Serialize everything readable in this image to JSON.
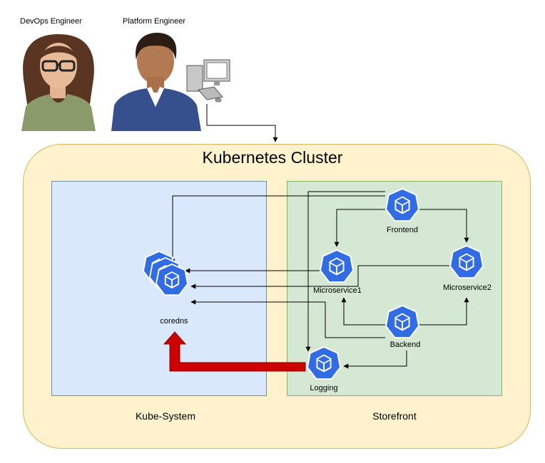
{
  "personas": {
    "devops": {
      "label": "DevOps Engineer"
    },
    "platform": {
      "label": "Platform Engineer"
    }
  },
  "cluster": {
    "title": "Kubernetes Cluster"
  },
  "namespaces": {
    "kube_system": {
      "label": "Kube-System"
    },
    "storefront": {
      "label": "Storefront"
    }
  },
  "nodes": {
    "coredns": "coredns",
    "frontend": "Frontend",
    "microservice1": "Microservice1",
    "microservice2": "Microservice2",
    "backend": "Backend",
    "logging": "Logging"
  },
  "colors": {
    "k8s_blue": "#326ce5",
    "cluster_fill": "#fff2cc",
    "kube_system_fill": "#dae8fc",
    "storefront_fill": "#d5e8d4",
    "log_arrow": "#cc0000"
  }
}
